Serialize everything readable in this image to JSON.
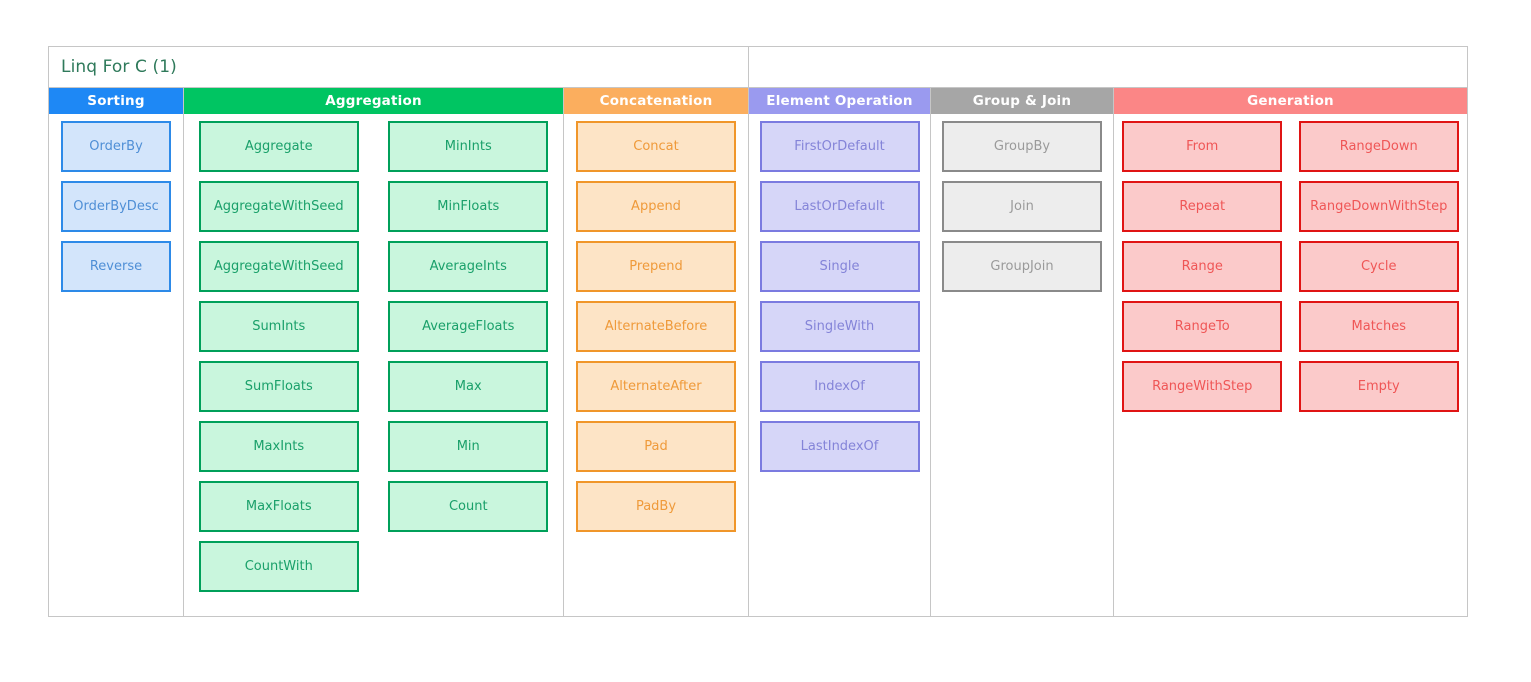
{
  "sheet": {
    "title": "Linq For C (1)",
    "title_color": "#2f7a5b"
  },
  "categories": [
    {
      "id": "sorting",
      "header": "Sorting",
      "header_color": "#1e88f5",
      "node_fill": "#d3e5fb",
      "node_border": "#2d8ae8",
      "node_text": "#4f8fd6",
      "columns": [
        [
          "OrderBy",
          "OrderByDesc",
          "Reverse"
        ]
      ]
    },
    {
      "id": "aggregation",
      "header": "Aggregation",
      "header_color": "#00c562",
      "node_fill": "#c9f6dd",
      "node_border": "#00a05a",
      "node_text": "#1aa06a",
      "columns": [
        [
          "Aggregate",
          "AggregateWithSeed",
          "AggregateWithSeed",
          "SumInts",
          "SumFloats",
          "MaxInts",
          "MaxFloats",
          "CountWith"
        ],
        [
          "MinInts",
          "MinFloats",
          "AverageInts",
          "AverageFloats",
          "Max",
          "Min",
          "Count"
        ]
      ]
    },
    {
      "id": "concatenation",
      "header": "Concatenation",
      "header_color": "#fbae5e",
      "node_fill": "#fde4c6",
      "node_border": "#f0962a",
      "node_text": "#ef9a3a",
      "columns": [
        [
          "Concat",
          "Append",
          "Prepend",
          "AlternateBefore",
          "AlternateAfter",
          "Pad",
          "PadBy"
        ]
      ]
    },
    {
      "id": "element-operation",
      "header": "Element Operation",
      "header_color": "#9a9aef",
      "node_fill": "#d6d6f8",
      "node_border": "#7b7be0",
      "node_text": "#8484d8",
      "columns": [
        [
          "FirstOrDefault",
          "LastOrDefault",
          "Single",
          "SingleWith",
          "IndexOf",
          "LastIndexOf"
        ]
      ]
    },
    {
      "id": "group-join",
      "header": "Group & Join",
      "header_color": "#a6a6a6",
      "node_fill": "#ededed",
      "node_border": "#8a8a8a",
      "node_text": "#9a9a9a",
      "columns": [
        [
          "GroupBy",
          "Join",
          "GroupJoin"
        ]
      ]
    },
    {
      "id": "generation",
      "header": "Generation",
      "header_color": "#fb8686",
      "node_fill": "#fbcaca",
      "node_border": "#e01414",
      "node_text": "#ef5656",
      "columns": [
        [
          "From",
          "Repeat",
          "Range",
          "RangeTo",
          "RangeWithStep"
        ],
        [
          "RangeDown",
          "RangeDownWithStep",
          "Cycle",
          "Matches",
          "Empty"
        ]
      ]
    }
  ]
}
